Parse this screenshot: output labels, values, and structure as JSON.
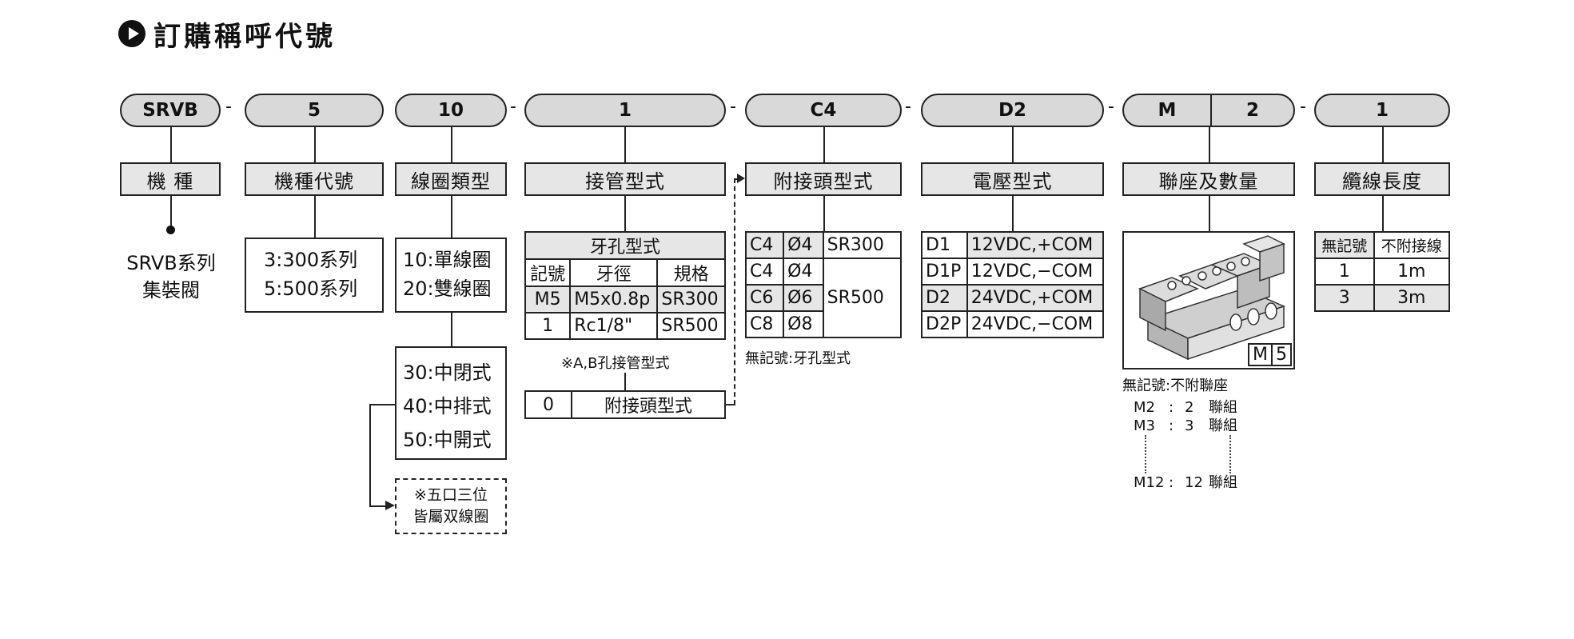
{
  "title": "訂購稱呼代號",
  "codes": [
    "SRVB",
    "5",
    "10",
    "1",
    "C4",
    "D2",
    "M",
    "2",
    "1"
  ],
  "labels": [
    "機 種",
    "機種代號",
    "線圈類型",
    "接管型式",
    "附接頭型式",
    "電壓型式",
    "聯座及數量",
    "纜線長度"
  ],
  "model_text": [
    "SRVB系列",
    "集裝閥"
  ],
  "model_code": [
    "3:300系列",
    "5:500系列"
  ],
  "coil_a": [
    "10:單線圈",
    "20:雙線圈"
  ],
  "coil_b": [
    "30:中閉式",
    "40:中排式",
    "50:中開式"
  ],
  "coil_note": [
    "※五口三位",
    "皆屬双線圈"
  ],
  "port": {
    "header": "牙孔型式",
    "cols": [
      "記號",
      "牙徑",
      "規格"
    ],
    "rows": [
      [
        "M5",
        "M5x0.8p",
        "SR300"
      ],
      [
        "1",
        "Rc1/8\"",
        "SR500"
      ]
    ],
    "note": "※A,B孔接管型式",
    "fitting_code": "0",
    "fitting_label": "附接頭型式"
  },
  "fitting": {
    "rows": [
      [
        "C4",
        "Ø4",
        "SR300"
      ],
      [
        "C4",
        "Ø4",
        ""
      ],
      [
        "C6",
        "Ø6",
        "SR500"
      ],
      [
        "C8",
        "Ø8",
        ""
      ]
    ],
    "note": "無記號:牙孔型式"
  },
  "voltage": [
    [
      "D1",
      "12VDC,+COM"
    ],
    [
      "D1P",
      "12VDC,−COM"
    ],
    [
      "D2",
      "24VDC,+COM"
    ],
    [
      "D2P",
      "24VDC,−COM"
    ]
  ],
  "manifold": {
    "badge": [
      "M",
      "5"
    ],
    "note": "無記號:不附聯座",
    "list": [
      [
        "M2",
        ":",
        "2",
        "聯組"
      ],
      [
        "M3",
        ":",
        "3",
        "聯組"
      ],
      [
        "M12",
        ":",
        "12",
        "聯組"
      ]
    ]
  },
  "cable": {
    "cols": [
      "無記號",
      "不附接線"
    ],
    "rows": [
      [
        "1",
        "1m"
      ],
      [
        "3",
        "3m"
      ]
    ]
  }
}
